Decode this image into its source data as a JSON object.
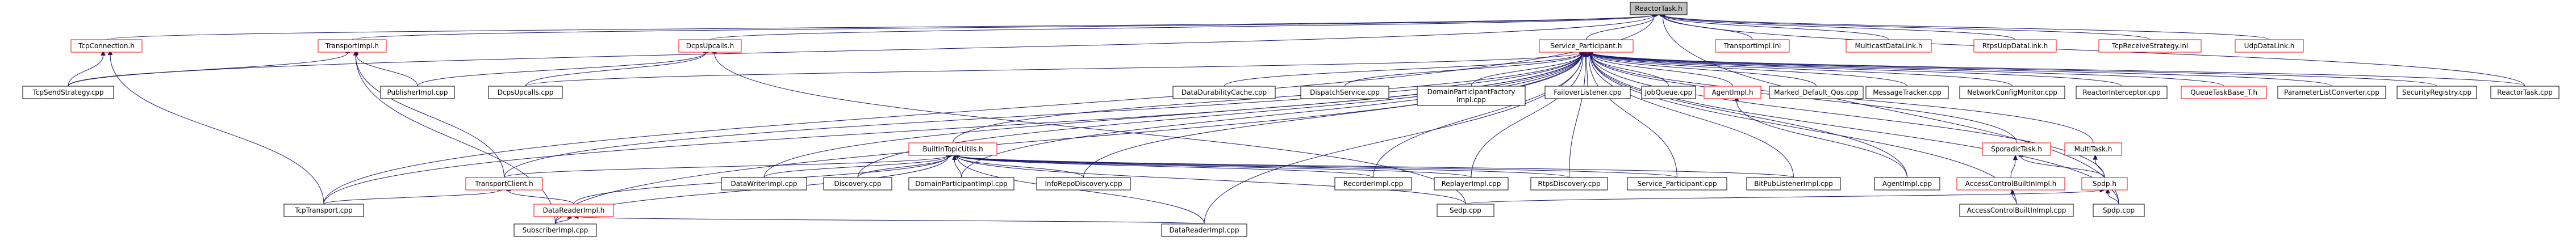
{
  "nodes": [
    {
      "id": "ReactorTask_h",
      "label": "ReactorTask.h",
      "kind": "root"
    },
    {
      "id": "TcpConnection_h",
      "label": "TcpConnection.h",
      "kind": "header"
    },
    {
      "id": "TransportImpl_h",
      "label": "TransportImpl.h",
      "kind": "header"
    },
    {
      "id": "DcpsUpcalls_h",
      "label": "DcpsUpcalls.h",
      "kind": "header"
    },
    {
      "id": "Service_Participant_h",
      "label": "Service_Participant.h",
      "kind": "header"
    },
    {
      "id": "TransportImpl_inl",
      "label": "TransportImpl.inl",
      "kind": "header"
    },
    {
      "id": "MulticastDataLink_h",
      "label": "MulticastDataLink.h",
      "kind": "header"
    },
    {
      "id": "RtpsUdpDataLink_h",
      "label": "RtpsUdpDataLink.h",
      "kind": "header"
    },
    {
      "id": "TcpReceiveStrategy_inl",
      "label": "TcpReceiveStrategy.inl",
      "kind": "header"
    },
    {
      "id": "UdpDataLink_h",
      "label": "UdpDataLink.h",
      "kind": "header"
    },
    {
      "id": "TcpSendStrategy_cpp",
      "label": "TcpSendStrategy.cpp",
      "kind": "file"
    },
    {
      "id": "PublisherImpl_cpp",
      "label": "PublisherImpl.cpp",
      "kind": "file"
    },
    {
      "id": "DcpsUpcalls_cpp",
      "label": "DcpsUpcalls.cpp",
      "kind": "file"
    },
    {
      "id": "BuiltInTopicUtils_h",
      "label": "BuiltInTopicUtils.h",
      "kind": "header"
    },
    {
      "id": "DataDurabilityCache_cpp",
      "label": "DataDurabilityCache.cpp",
      "kind": "file"
    },
    {
      "id": "DispatchService_cpp",
      "label": "DispatchService.cpp",
      "kind": "file"
    },
    {
      "id": "DomainParticipantFactoryImpl_cpp",
      "label": "DomainParticipantFactory",
      "label2": "Impl.cpp",
      "kind": "file"
    },
    {
      "id": "FailoverListener_cpp",
      "label": "FailoverListener.cpp",
      "kind": "file"
    },
    {
      "id": "JobQueue_cpp",
      "label": "JobQueue.cpp",
      "kind": "file"
    },
    {
      "id": "Marked_Default_Qos_cpp",
      "label": "Marked_Default_Qos.cpp",
      "kind": "file"
    },
    {
      "id": "MessageTracker_cpp",
      "label": "MessageTracker.cpp",
      "kind": "file"
    },
    {
      "id": "NetworkConfigMonitor_cpp",
      "label": "NetworkConfigMonitor.cpp",
      "kind": "file"
    },
    {
      "id": "ReactorInterceptor_cpp",
      "label": "ReactorInterceptor.cpp",
      "kind": "file"
    },
    {
      "id": "ParameterListConverter_cpp",
      "label": "ParameterListConverter.cpp",
      "kind": "file"
    },
    {
      "id": "SecurityRegistry_cpp",
      "label": "SecurityRegistry.cpp",
      "kind": "file"
    },
    {
      "id": "QueueTaskBase_T_h",
      "label": "QueueTaskBase_T.h",
      "kind": "header"
    },
    {
      "id": "AgentImpl_h",
      "label": "AgentImpl.h",
      "kind": "header"
    },
    {
      "id": "SporadicTask_h",
      "label": "SporadicTask.h",
      "kind": "header"
    },
    {
      "id": "MultiTask_h",
      "label": "MultiTask.h",
      "kind": "header"
    },
    {
      "id": "ReactorTask_cpp",
      "label": "ReactorTask.cpp",
      "kind": "file"
    },
    {
      "id": "TransportClient_h",
      "label": "TransportClient.h",
      "kind": "header"
    },
    {
      "id": "DataWriterImpl_cpp",
      "label": "DataWriterImpl.cpp",
      "kind": "file"
    },
    {
      "id": "Discovery_cpp",
      "label": "Discovery.cpp",
      "kind": "file"
    },
    {
      "id": "DomainParticipantImpl_cpp",
      "label": "DomainParticipantImpl.cpp",
      "kind": "file"
    },
    {
      "id": "InfoRepoDiscovery_cpp",
      "label": "InfoRepoDiscovery.cpp",
      "kind": "file"
    },
    {
      "id": "RecorderImpl_cpp",
      "label": "RecorderImpl.cpp",
      "kind": "file"
    },
    {
      "id": "ReplayerImpl_cpp",
      "label": "ReplayerImpl.cpp",
      "kind": "file"
    },
    {
      "id": "RtpsDiscovery_cpp",
      "label": "RtpsDiscovery.cpp",
      "kind": "file"
    },
    {
      "id": "Service_Participant_cpp",
      "label": "Service_Participant.cpp",
      "kind": "file"
    },
    {
      "id": "BitPubListenerImpl_cpp",
      "label": "BitPubListenerImpl.cpp",
      "kind": "file"
    },
    {
      "id": "AgentImpl_cpp",
      "label": "AgentImpl.cpp",
      "kind": "file"
    },
    {
      "id": "AccessControlBuiltInImpl_h",
      "label": "AccessControlBuiltInImpl.h",
      "kind": "header"
    },
    {
      "id": "Spdp_h",
      "label": "Spdp.h",
      "kind": "header"
    },
    {
      "id": "TcpTransport_cpp",
      "label": "TcpTransport.cpp",
      "kind": "file"
    },
    {
      "id": "DataReaderImpl_h",
      "label": "DataReaderImpl.h",
      "kind": "header"
    },
    {
      "id": "Sedp_cpp",
      "label": "Sedp.cpp",
      "kind": "file"
    },
    {
      "id": "AccessControlBuiltInImpl_cpp",
      "label": "AccessControlBuiltInImpl.cpp",
      "kind": "file"
    },
    {
      "id": "Spdp_cpp",
      "label": "Spdp.cpp",
      "kind": "file"
    },
    {
      "id": "SubscriberImpl_cpp",
      "label": "SubscriberImpl.cpp",
      "kind": "file"
    },
    {
      "id": "DataReaderImpl_cpp",
      "label": "DataReaderImpl.cpp",
      "kind": "file"
    }
  ],
  "edges": [
    [
      "TcpConnection_h",
      "ReactorTask_h"
    ],
    [
      "TransportImpl_h",
      "ReactorTask_h"
    ],
    [
      "DcpsUpcalls_h",
      "ReactorTask_h"
    ],
    [
      "Service_Participant_h",
      "ReactorTask_h"
    ],
    [
      "TransportImpl_inl",
      "ReactorTask_h"
    ],
    [
      "MulticastDataLink_h",
      "ReactorTask_h"
    ],
    [
      "RtpsUdpDataLink_h",
      "ReactorTask_h"
    ],
    [
      "TcpReceiveStrategy_inl",
      "ReactorTask_h"
    ],
    [
      "UdpDataLink_h",
      "ReactorTask_h"
    ],
    [
      "TcpSendStrategy_cpp",
      "ReactorTask_h"
    ],
    [
      "ReactorTask_cpp",
      "ReactorTask_h"
    ],
    [
      "TcpTransport_cpp",
      "ReactorTask_h"
    ],
    [
      "Spdp_cpp",
      "ReactorTask_h"
    ],
    [
      "TcpSendStrategy_cpp",
      "TcpConnection_h"
    ],
    [
      "TcpTransport_cpp",
      "TcpConnection_h"
    ],
    [
      "TcpSendStrategy_cpp",
      "TransportImpl_h"
    ],
    [
      "PublisherImpl_cpp",
      "TransportImpl_h"
    ],
    [
      "TransportClient_h",
      "TransportImpl_h"
    ],
    [
      "SubscriberImpl_cpp",
      "TransportImpl_h"
    ],
    [
      "PublisherImpl_cpp",
      "DcpsUpcalls_h"
    ],
    [
      "DcpsUpcalls_cpp",
      "DcpsUpcalls_h"
    ],
    [
      "Sedp_cpp",
      "DcpsUpcalls_h"
    ],
    [
      "DcpsUpcalls_cpp",
      "Service_Participant_h"
    ],
    [
      "BuiltInTopicUtils_h",
      "Service_Participant_h"
    ],
    [
      "DataDurabilityCache_cpp",
      "Service_Participant_h"
    ],
    [
      "DispatchService_cpp",
      "Service_Participant_h"
    ],
    [
      "DomainParticipantFactoryImpl_cpp",
      "Service_Participant_h"
    ],
    [
      "FailoverListener_cpp",
      "Service_Participant_h"
    ],
    [
      "JobQueue_cpp",
      "Service_Participant_h"
    ],
    [
      "Marked_Default_Qos_cpp",
      "Service_Participant_h"
    ],
    [
      "MessageTracker_cpp",
      "Service_Participant_h"
    ],
    [
      "NetworkConfigMonitor_cpp",
      "Service_Participant_h"
    ],
    [
      "ReactorInterceptor_cpp",
      "Service_Participant_h"
    ],
    [
      "ParameterListConverter_cpp",
      "Service_Participant_h"
    ],
    [
      "SecurityRegistry_cpp",
      "Service_Participant_h"
    ],
    [
      "QueueTaskBase_T_h",
      "Service_Participant_h"
    ],
    [
      "AgentImpl_h",
      "Service_Participant_h"
    ],
    [
      "SporadicTask_h",
      "Service_Participant_h"
    ],
    [
      "MultiTask_h",
      "Service_Participant_h"
    ],
    [
      "ReactorTask_cpp",
      "Service_Participant_h"
    ],
    [
      "TransportClient_h",
      "Service_Participant_h"
    ],
    [
      "DataWriterImpl_cpp",
      "Service_Participant_h"
    ],
    [
      "Discovery_cpp",
      "Service_Participant_h"
    ],
    [
      "DomainParticipantImpl_cpp",
      "Service_Participant_h"
    ],
    [
      "InfoRepoDiscovery_cpp",
      "Service_Participant_h"
    ],
    [
      "RecorderImpl_cpp",
      "Service_Participant_h"
    ],
    [
      "ReplayerImpl_cpp",
      "Service_Participant_h"
    ],
    [
      "RtpsDiscovery_cpp",
      "Service_Participant_h"
    ],
    [
      "Service_Participant_cpp",
      "Service_Participant_h"
    ],
    [
      "BitPubListenerImpl_cpp",
      "Service_Participant_h"
    ],
    [
      "AgentImpl_cpp",
      "Service_Participant_h"
    ],
    [
      "Spdp_h",
      "Service_Participant_h"
    ],
    [
      "TcpTransport_cpp",
      "Service_Participant_h"
    ],
    [
      "SubscriberImpl_cpp",
      "Service_Participant_h"
    ],
    [
      "DataReaderImpl_cpp",
      "Service_Participant_h"
    ],
    [
      "AccessControlBuiltInImpl_cpp",
      "Service_Participant_h"
    ],
    [
      "Spdp_cpp",
      "Service_Participant_h"
    ],
    [
      "TransportClient_h",
      "BuiltInTopicUtils_h"
    ],
    [
      "DataWriterImpl_cpp",
      "BuiltInTopicUtils_h"
    ],
    [
      "Discovery_cpp",
      "BuiltInTopicUtils_h"
    ],
    [
      "DomainParticipantImpl_cpp",
      "BuiltInTopicUtils_h"
    ],
    [
      "InfoRepoDiscovery_cpp",
      "BuiltInTopicUtils_h"
    ],
    [
      "RecorderImpl_cpp",
      "BuiltInTopicUtils_h"
    ],
    [
      "ReplayerImpl_cpp",
      "BuiltInTopicUtils_h"
    ],
    [
      "RtpsDiscovery_cpp",
      "BuiltInTopicUtils_h"
    ],
    [
      "Service_Participant_cpp",
      "BuiltInTopicUtils_h"
    ],
    [
      "BitPubListenerImpl_cpp",
      "BuiltInTopicUtils_h"
    ],
    [
      "DataReaderImpl_h",
      "BuiltInTopicUtils_h"
    ],
    [
      "Sedp_cpp",
      "BuiltInTopicUtils_h"
    ],
    [
      "SubscriberImpl_cpp",
      "BuiltInTopicUtils_h"
    ],
    [
      "DataReaderImpl_cpp",
      "BuiltInTopicUtils_h"
    ],
    [
      "TcpTransport_cpp",
      "TransportClient_h"
    ],
    [
      "DataReaderImpl_h",
      "TransportClient_h"
    ],
    [
      "SubscriberImpl_cpp",
      "DataReaderImpl_h"
    ],
    [
      "DataReaderImpl_cpp",
      "DataReaderImpl_h"
    ],
    [
      "AgentImpl_cpp",
      "AgentImpl_h"
    ],
    [
      "AccessControlBuiltInImpl_h",
      "SporadicTask_h"
    ],
    [
      "Spdp_h",
      "SporadicTask_h"
    ],
    [
      "AccessControlBuiltInImpl_cpp",
      "AccessControlBuiltInImpl_h"
    ],
    [
      "Spdp_h",
      "MultiTask_h"
    ],
    [
      "Sedp_cpp",
      "Spdp_h"
    ],
    [
      "Spdp_cpp",
      "Spdp_h"
    ]
  ]
}
